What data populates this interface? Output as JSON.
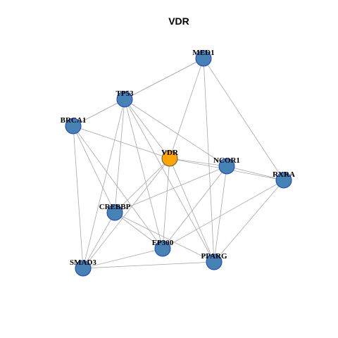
{
  "title": "VDR",
  "colors": {
    "node_default": "#4682B4",
    "node_default_border": "#1E3FBF",
    "node_highlight": "#FFA500",
    "node_highlight_border": "#555555",
    "edge": "#A8A8A8",
    "background": "#FFFFFF"
  },
  "nodes": [
    {
      "id": "MED1",
      "label": "MED1",
      "highlight": false
    },
    {
      "id": "TP53",
      "label": "TP53",
      "highlight": false
    },
    {
      "id": "BRCA1",
      "label": "BRCA1",
      "highlight": false
    },
    {
      "id": "VDR",
      "label": "VDR",
      "highlight": true
    },
    {
      "id": "NCOR1",
      "label": "NCOR1",
      "highlight": false
    },
    {
      "id": "RXRA",
      "label": "RXRA",
      "highlight": false
    },
    {
      "id": "CREBBP",
      "label": "CREBBP",
      "highlight": false
    },
    {
      "id": "EP300",
      "label": "EP300",
      "highlight": false
    },
    {
      "id": "SMAD3",
      "label": "SMAD3",
      "highlight": false
    },
    {
      "id": "PPARG",
      "label": "PPARG",
      "highlight": false
    }
  ],
  "edges": [
    [
      "MED1",
      "TP53"
    ],
    [
      "MED1",
      "BRCA1"
    ],
    [
      "MED1",
      "VDR"
    ],
    [
      "MED1",
      "RXRA"
    ],
    [
      "MED1",
      "PPARG"
    ],
    [
      "TP53",
      "BRCA1"
    ],
    [
      "TP53",
      "VDR"
    ],
    [
      "TP53",
      "NCOR1"
    ],
    [
      "TP53",
      "CREBBP"
    ],
    [
      "TP53",
      "EP300"
    ],
    [
      "TP53",
      "SMAD3"
    ],
    [
      "TP53",
      "PPARG"
    ],
    [
      "BRCA1",
      "VDR"
    ],
    [
      "BRCA1",
      "CREBBP"
    ],
    [
      "BRCA1",
      "EP300"
    ],
    [
      "BRCA1",
      "SMAD3"
    ],
    [
      "VDR",
      "NCOR1"
    ],
    [
      "VDR",
      "RXRA"
    ],
    [
      "VDR",
      "CREBBP"
    ],
    [
      "VDR",
      "EP300"
    ],
    [
      "VDR",
      "SMAD3"
    ],
    [
      "VDR",
      "PPARG"
    ],
    [
      "NCOR1",
      "RXRA"
    ],
    [
      "NCOR1",
      "CREBBP"
    ],
    [
      "NCOR1",
      "EP300"
    ],
    [
      "NCOR1",
      "PPARG"
    ],
    [
      "RXRA",
      "EP300"
    ],
    [
      "RXRA",
      "PPARG"
    ],
    [
      "CREBBP",
      "EP300"
    ],
    [
      "CREBBP",
      "SMAD3"
    ],
    [
      "CREBBP",
      "PPARG"
    ],
    [
      "EP300",
      "SMAD3"
    ],
    [
      "SMAD3",
      "PPARG"
    ]
  ]
}
